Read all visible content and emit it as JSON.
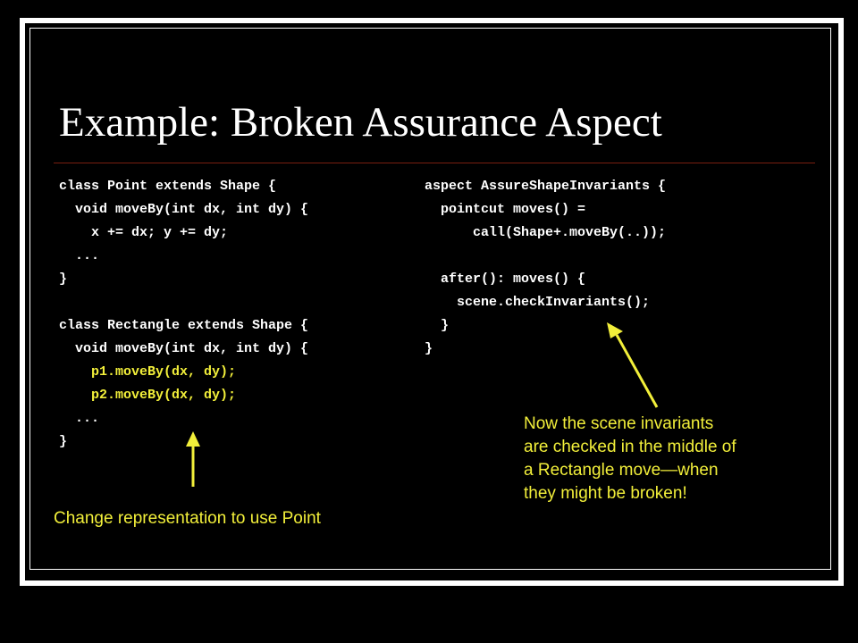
{
  "slide": {
    "title": "Example: Broken Assurance Aspect",
    "left_code": [
      "class Point extends Shape {",
      "  void moveBy(int dx, int dy) {",
      "    x += dx; y += dy;",
      "  ...",
      "}",
      "",
      "class Rectangle extends Shape {",
      "  void moveBy(int dx, int dy) {",
      "    p1.moveBy(dx, dy);",
      "    p2.moveBy(dx, dy);",
      "  ...",
      "}"
    ],
    "right_code": [
      "aspect AssureShapeInvariants {",
      "  pointcut moves() =",
      "      call(Shape+.moveBy(..));",
      "",
      "  after(): moves() {",
      "    scene.checkInvariants();",
      "  }",
      "}"
    ],
    "annotation_left": "Change representation to use Point",
    "annotation_right": [
      "Now the scene invariants",
      "are checked in the middle of",
      "a Rectangle move—when",
      "they might be broken!"
    ],
    "colors": {
      "background": "#000000",
      "text": "#ffffff",
      "highlight": "#f2ef3a",
      "rule": "#7a1e10"
    }
  }
}
